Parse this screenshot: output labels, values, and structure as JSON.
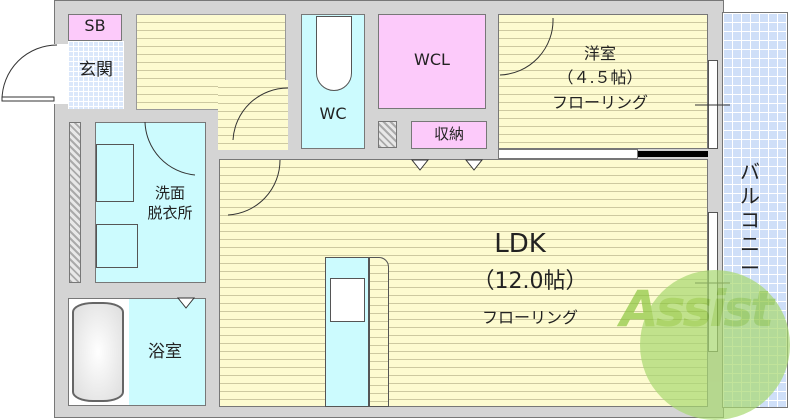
{
  "rooms": {
    "sb": "SB",
    "genkan": "玄関",
    "wc": "WC",
    "wcl": "WCL",
    "shuno": "収納",
    "senmen_1": "洗面",
    "senmen_2": "脱衣所",
    "yokushitsu": "浴室",
    "yoshitsu": {
      "name": "洋室",
      "size": "（４.５帖）",
      "floor": "フローリング"
    },
    "ldk": {
      "name": "LDK",
      "size": "（12.0帖）",
      "floor": "フローリング"
    },
    "balcony": "バルコニー"
  },
  "watermark": {
    "text": "Assist",
    "color": "#8cc63f",
    "accent": "#f07c6c"
  },
  "colors": {
    "wall": "#d4d4d4",
    "floor": "#fdfbd0",
    "wet_area": "#ccfbfe",
    "storage": "#fccafa",
    "tile": "#dbe8fb"
  }
}
